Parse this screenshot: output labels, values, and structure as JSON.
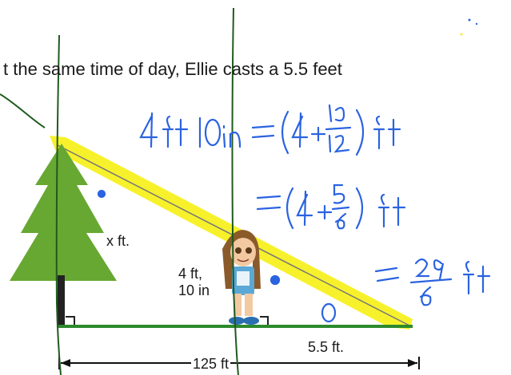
{
  "problem": {
    "sentence": "t the same time of day, Ellie casts a 5.5 feet"
  },
  "figure": {
    "tree_height_label": "x ft.",
    "ellie_height_line1": "4 ft,",
    "ellie_height_line2": "10 in",
    "shadow_length_label": "5.5 ft.",
    "distance_label": "125 ft"
  },
  "handwriting": {
    "ink_color": "#2b63e0",
    "line1": "4ft 10 in = (4 + 10/12) ft",
    "line2": "= (4 + 5/6) ft",
    "line3": "= 29/6 ft"
  },
  "colors": {
    "ground": "#2d8a2d",
    "tree": "#67a832",
    "highlight": "#f7f021",
    "ink": "#2b63e0",
    "pen_marks": "#1f5a1f"
  }
}
